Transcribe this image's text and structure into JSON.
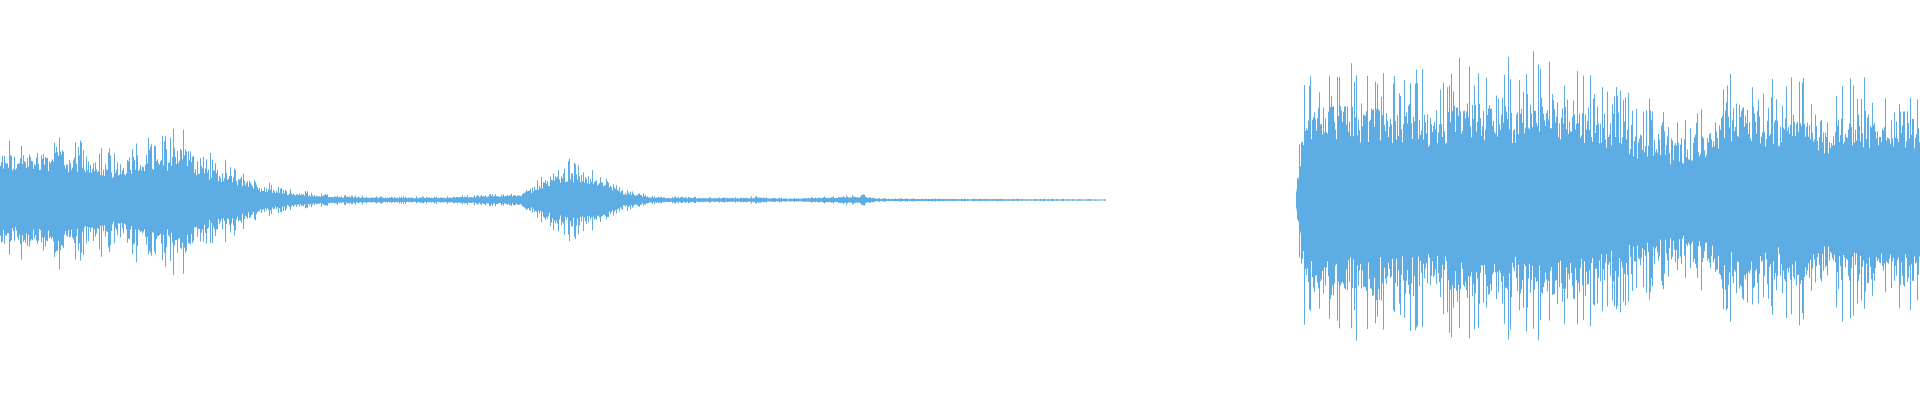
{
  "waveform": {
    "color": "#5dacE3",
    "background": "#ffffff",
    "duration_fraction_segments": [
      {
        "name": "segment-left-quiet-clip",
        "start": 0.0,
        "end": 0.576,
        "peak_envelope": [
          [
            0.0,
            0.34
          ],
          [
            0.01,
            0.33
          ],
          [
            0.02,
            0.36
          ],
          [
            0.03,
            0.38
          ],
          [
            0.04,
            0.32
          ],
          [
            0.05,
            0.3
          ],
          [
            0.06,
            0.27
          ],
          [
            0.07,
            0.34
          ],
          [
            0.08,
            0.3
          ],
          [
            0.095,
            0.44
          ],
          [
            0.105,
            0.26
          ],
          [
            0.115,
            0.22
          ],
          [
            0.125,
            0.18
          ],
          [
            0.135,
            0.1
          ],
          [
            0.15,
            0.06
          ],
          [
            0.17,
            0.03
          ],
          [
            0.2,
            0.02
          ],
          [
            0.23,
            0.02
          ],
          [
            0.25,
            0.03
          ],
          [
            0.27,
            0.04
          ],
          [
            0.285,
            0.15
          ],
          [
            0.295,
            0.22
          ],
          [
            0.305,
            0.18
          ],
          [
            0.315,
            0.12
          ],
          [
            0.325,
            0.06
          ],
          [
            0.34,
            0.02
          ],
          [
            0.38,
            0.015
          ],
          [
            0.395,
            0.02
          ],
          [
            0.41,
            0.01
          ],
          [
            0.45,
            0.03
          ],
          [
            0.457,
            0.01
          ],
          [
            0.5,
            0.008
          ],
          [
            0.576,
            0.005
          ]
        ]
      },
      {
        "name": "segment-right-loud-clip",
        "start": 0.675,
        "end": 1.0,
        "peak_envelope": [
          [
            0.675,
            0.08
          ],
          [
            0.679,
            0.66
          ],
          [
            0.69,
            0.72
          ],
          [
            0.7,
            0.76
          ],
          [
            0.71,
            0.7
          ],
          [
            0.72,
            0.74
          ],
          [
            0.73,
            0.68
          ],
          [
            0.74,
            0.7
          ],
          [
            0.75,
            0.64
          ],
          [
            0.76,
            0.78
          ],
          [
            0.77,
            0.74
          ],
          [
            0.78,
            0.76
          ],
          [
            0.79,
            0.7
          ],
          [
            0.8,
            0.8
          ],
          [
            0.81,
            0.74
          ],
          [
            0.82,
            0.78
          ],
          [
            0.83,
            0.62
          ],
          [
            0.84,
            0.64
          ],
          [
            0.85,
            0.54
          ],
          [
            0.86,
            0.5
          ],
          [
            0.87,
            0.46
          ],
          [
            0.88,
            0.44
          ],
          [
            0.89,
            0.52
          ],
          [
            0.9,
            0.66
          ],
          [
            0.91,
            0.72
          ],
          [
            0.92,
            0.62
          ],
          [
            0.93,
            0.6
          ],
          [
            0.94,
            0.7
          ],
          [
            0.95,
            0.58
          ],
          [
            0.96,
            0.66
          ],
          [
            0.97,
            0.62
          ],
          [
            0.98,
            0.6
          ],
          [
            0.99,
            0.68
          ],
          [
            1.0,
            0.66
          ]
        ]
      }
    ]
  }
}
